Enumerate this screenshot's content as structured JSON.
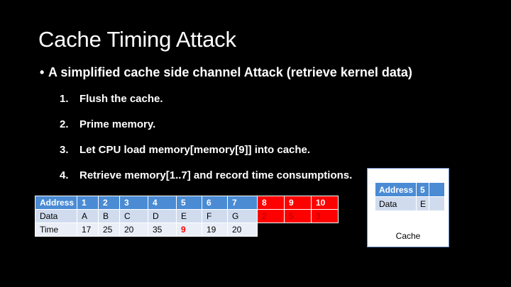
{
  "slide": {
    "title": "Cache Timing Attack",
    "bullet_symbol": "•",
    "bullet": "A simplified cache side channel Attack (retrieve kernel data)",
    "steps": [
      {
        "num": "1.",
        "text": "Flush the cache."
      },
      {
        "num": "2.",
        "text": "Prime memory."
      },
      {
        "num": "3.",
        "text": "Let CPU load memory[memory[9]] into cache."
      },
      {
        "num": "4.",
        "text": "Retrieve memory[1..7] and record time consumptions."
      }
    ]
  },
  "memory_table": {
    "headers": [
      "Address",
      "1",
      "2",
      "3",
      "4",
      "5",
      "6",
      "7",
      "8",
      "9",
      "10"
    ],
    "data_label": "Data",
    "data": [
      "A",
      "B",
      "C",
      "D",
      "E",
      "F",
      "G",
      "2",
      "5",
      "3"
    ],
    "time_label": "Time",
    "time": [
      "17",
      "25",
      "20",
      "35",
      "9",
      "19",
      "20"
    ]
  },
  "cache": {
    "address_label": "Address",
    "address_value": "5",
    "data_label": "Data",
    "data_value": "E",
    "caption": "Cache"
  },
  "colors": {
    "header_blue": "#4a8bd4",
    "kernel_red": "#ff0000",
    "row_light": "#d0dcee",
    "row_lighter": "#e9eef7",
    "background": "#000000"
  }
}
